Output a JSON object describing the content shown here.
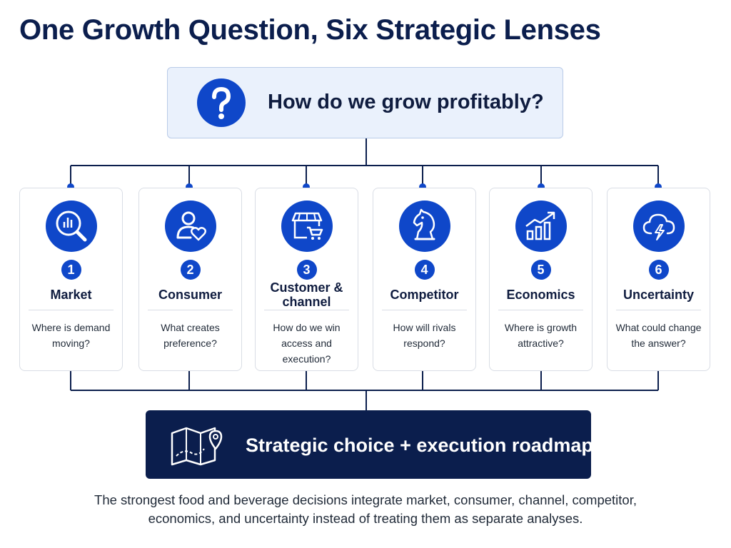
{
  "title": "One Growth Question, Six Strategic Lenses",
  "question": {
    "text": "How do we grow profitably?",
    "icon": "question-mark-icon"
  },
  "lenses": [
    {
      "number": "1",
      "label": "Market",
      "description": "Where is demand moving?",
      "icon": "market-analytics-icon"
    },
    {
      "number": "2",
      "label": "Consumer",
      "description": "What creates preference?",
      "icon": "consumer-heart-icon"
    },
    {
      "number": "3",
      "label": "Customer & channel",
      "description": "How do we win access and execution?",
      "icon": "storefront-cart-icon"
    },
    {
      "number": "4",
      "label": "Competitor",
      "description": "How will rivals respond?",
      "icon": "chess-knight-icon"
    },
    {
      "number": "5",
      "label": "Economics",
      "description": "Where is growth attractive?",
      "icon": "growth-chart-icon"
    },
    {
      "number": "6",
      "label": "Uncertainty",
      "description": "What could change the answer?",
      "icon": "storm-cloud-icon"
    }
  ],
  "outcome": {
    "text": "Strategic choice + execution roadmap",
    "icon": "roadmap-map-icon"
  },
  "footer": "The strongest food and beverage decisions integrate market, consumer, channel, competitor, economics, and uncertainty instead of treating them as separate analyses.",
  "colors": {
    "accent": "#0f47c9",
    "navy": "#0b1e4d",
    "question_bg": "#eaf1fc",
    "card_border": "#d9dde5"
  }
}
